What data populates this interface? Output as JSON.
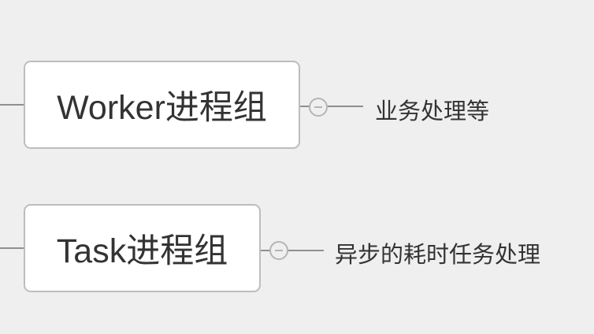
{
  "nodes": [
    {
      "label": "Worker进程组",
      "child": "业务处理等"
    },
    {
      "label": "Task进程组",
      "child": "异步的耗时任务处理"
    }
  ]
}
